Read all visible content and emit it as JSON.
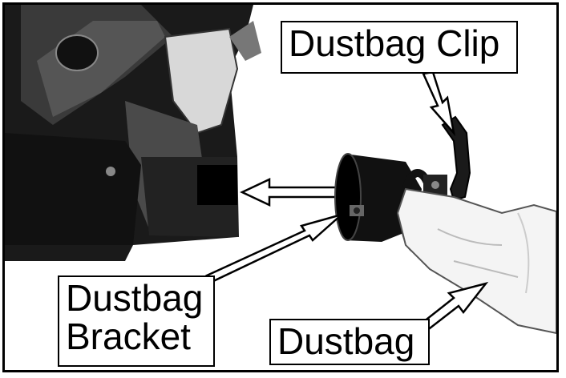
{
  "labels": {
    "clip": "Dustbag Clip",
    "bracket_line1": "Dustbag",
    "bracket_line2": "Bracket",
    "bag": "Dustbag"
  },
  "colors": {
    "ink": "#000000",
    "paper": "#ffffff",
    "dark_metal": "#1a1a1a",
    "mid_grey": "#5a5a5a",
    "light_grey": "#d8d8d8"
  }
}
